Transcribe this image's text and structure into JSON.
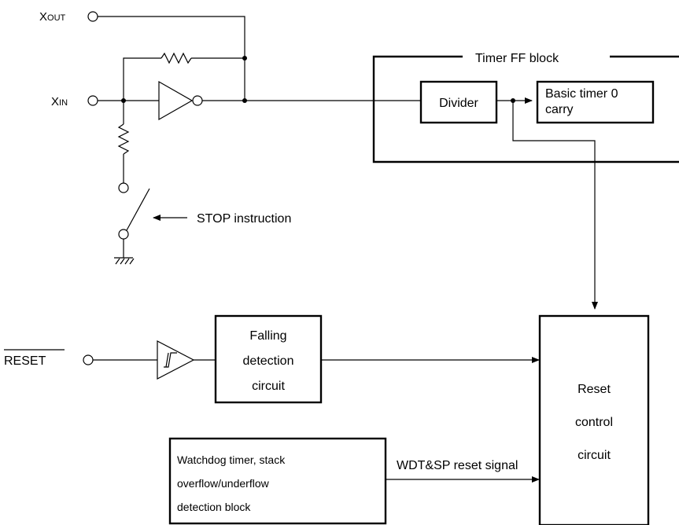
{
  "pins": {
    "xout": "XOUT",
    "xin": "XIN",
    "reset": "RESET"
  },
  "stop_instruction": "STOP instruction",
  "timer_ff_block": {
    "title": "Timer FF block",
    "divider": "Divider",
    "basic_timer": [
      "Basic timer 0",
      "carry"
    ]
  },
  "falling_detection": [
    "Falling",
    "detection",
    "circuit"
  ],
  "reset_control": [
    "Reset",
    "control",
    "circuit"
  ],
  "watchdog_block": [
    "Watchdog timer, stack",
    "overflow/underflow",
    "detection block"
  ],
  "wdt_signal": "WDT&SP reset signal"
}
